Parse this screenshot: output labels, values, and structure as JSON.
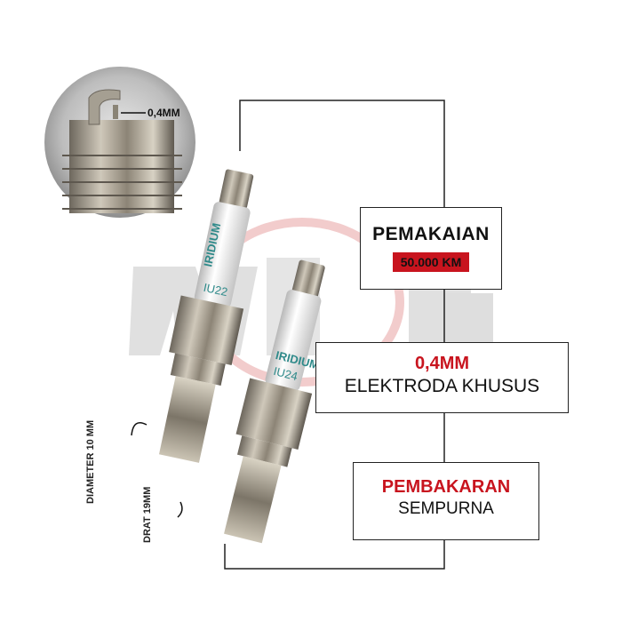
{
  "callouts": {
    "usage": {
      "title": "PEMAKAIAN",
      "badge": "50.000 KM"
    },
    "electrode": {
      "value": "0,4MM",
      "text": "ELEKTRODA KHUSUS"
    },
    "combustion": {
      "title": "PEMBAKARAN",
      "text": "SEMPURNA"
    }
  },
  "annotations": {
    "gap": "0,4MM",
    "diameter": "DIAMETER 10 MM",
    "thread": "DRAT 19MM"
  },
  "plugs": [
    {
      "brand": "IRIDIUM",
      "model": "IU22"
    },
    {
      "brand": "IRIDIUM",
      "model": "IU24"
    }
  ],
  "colors": {
    "accent": "#c8141e",
    "watermark": "#c8c8c8"
  }
}
